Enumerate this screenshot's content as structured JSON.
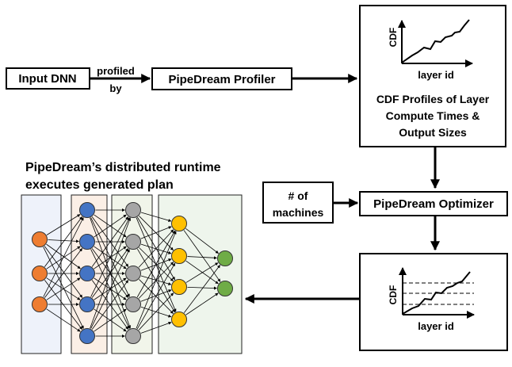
{
  "input_dnn": "Input DNN",
  "profiled_by": [
    "profiled",
    "by"
  ],
  "profiler": "PipeDream Profiler",
  "profile_chart": {
    "ylabel": "CDF",
    "xlabel": "layer id"
  },
  "profile_caption": [
    "CDF Profiles of Layer",
    "Compute Times &",
    "Output Sizes"
  ],
  "machines": [
    "# of",
    "machines"
  ],
  "optimizer": "PipeDream Optimizer",
  "plan_chart": {
    "ylabel": "CDF",
    "xlabel": "layer id"
  },
  "runtime_caption": [
    "PipeDream’s distributed runtime",
    "executes generated plan"
  ],
  "colors": {
    "stage1_bg": "#eef2fa",
    "stage2_bg": "#fbefe6",
    "stage3_bg": "#f1f5ea",
    "stage4_bg": "#eef5ec",
    "orange": "#ee7d31",
    "blue": "#4474c4",
    "gray": "#a6a6a6",
    "yellow": "#ffc001",
    "green": "#6fac46"
  },
  "network": {
    "layers": [
      {
        "name": "input-layer",
        "count": 3,
        "color": "orange"
      },
      {
        "name": "hidden-layer-1",
        "count": 5,
        "color": "blue"
      },
      {
        "name": "hidden-layer-2",
        "count": 5,
        "color": "gray"
      },
      {
        "name": "hidden-layer-3",
        "count": 4,
        "color": "yellow"
      },
      {
        "name": "output-layer",
        "count": 2,
        "color": "green"
      }
    ]
  }
}
